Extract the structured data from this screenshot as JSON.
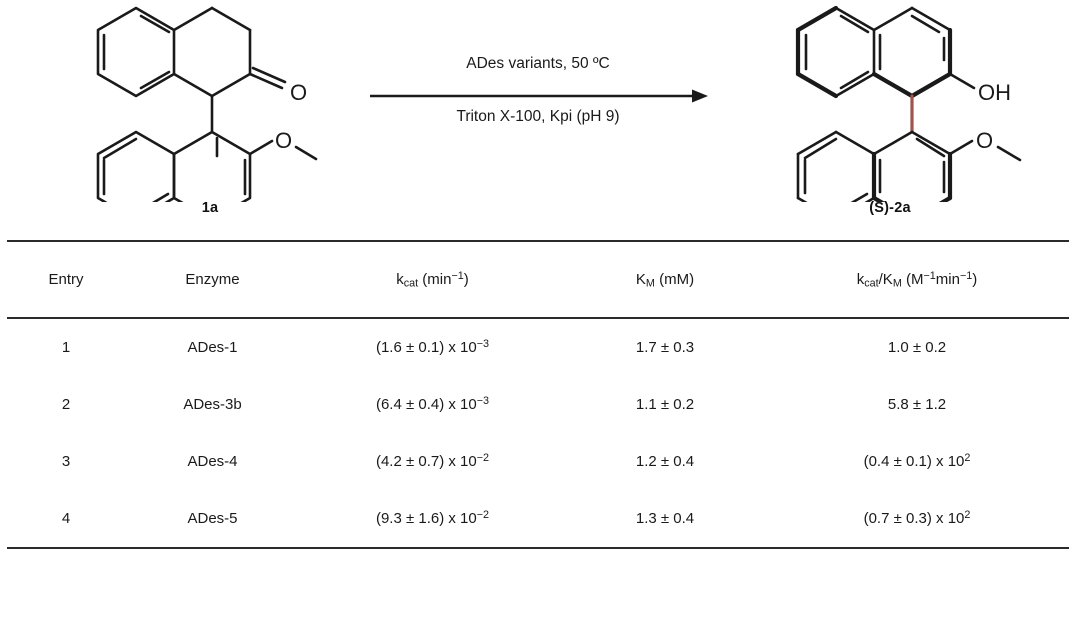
{
  "scheme": {
    "substrate": {
      "label": "1a",
      "name": "1-(2-methoxynaphthalen-1-yl)-3,4-dihydronaphthalen-2(1H)-one"
    },
    "product": {
      "label": "(S)-2a",
      "name": "(S)-2'-methoxy-[1,1'-binaphthalen]-2-ol"
    },
    "arrow": {
      "above": "ADes variants, 50 ºC",
      "below": "Triton X-100, Kpi (pH 9)"
    },
    "atom_labels": {
      "oxygen": "O",
      "hydroxyl": "OH",
      "methoxy": "O"
    },
    "colors": {
      "bond": "#1a1a1a",
      "axial_bond": "#a0554c",
      "text": "#1a1a1a"
    }
  },
  "table": {
    "columns": [
      {
        "key": "entry",
        "label_html": "Entry"
      },
      {
        "key": "enzyme",
        "label_html": "Enzyme"
      },
      {
        "key": "kcat",
        "label_html": "k<sub>cat</sub> (min<sup>−1</sup>)"
      },
      {
        "key": "km",
        "label_html": "K<sub>M</sub> (mM)"
      },
      {
        "key": "keff",
        "label_html": "k<sub>cat</sub>/K<sub>M</sub> (M<sup>−1</sup>min<sup>−1</sup>)"
      }
    ],
    "rows": [
      {
        "entry": "1",
        "enzyme": "ADes-1",
        "kcat_html": "(1.6 ± 0.1) x 10<sup>−3</sup>",
        "km": "1.7 ± 0.3",
        "keff_html": "1.0 ± 0.2"
      },
      {
        "entry": "2",
        "enzyme": "ADes-3b",
        "kcat_html": "(6.4 ± 0.4) x 10<sup>−3</sup>",
        "km": "1.1 ± 0.2",
        "keff_html": "5.8 ± 1.2"
      },
      {
        "entry": "3",
        "enzyme": "ADes-4",
        "kcat_html": "(4.2 ± 0.7) x 10<sup>−2</sup>",
        "km": "1.2 ± 0.4",
        "keff_html": "(0.4 ± 0.1) x 10<sup>2</sup>"
      },
      {
        "entry": "4",
        "enzyme": "ADes-5",
        "kcat_html": "(9.3 ± 1.6) x 10<sup>−2</sup>",
        "km": "1.3 ± 0.4",
        "keff_html": "(0.7 ± 0.3) x 10<sup>2</sup>"
      }
    ]
  }
}
